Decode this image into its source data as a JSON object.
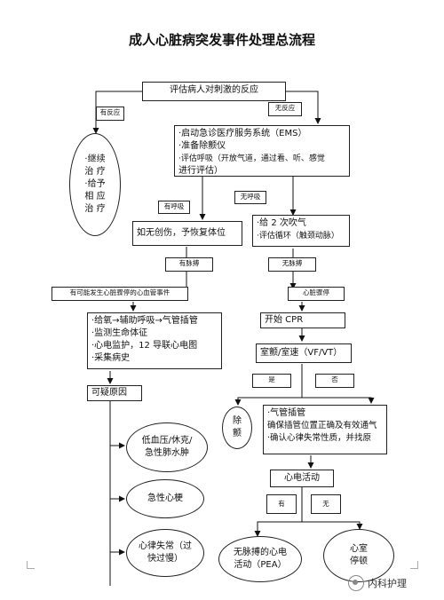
{
  "title": "成人心脏病突发事件处理总流程",
  "nodes": {
    "assess_response": "评估病人对刺激的反应",
    "has_response": "有反应",
    "no_response": "无反应",
    "continue_treatment": [
      "·继续",
      "治 疗",
      "·给予",
      "相 应",
      "治 疗"
    ],
    "ems_box": [
      "·启动急诊医疗服务系统（EMS）",
      "·准备除颤仪",
      "·评估呼吸（开放气道，通过看、听、感觉",
      "进行评估）"
    ],
    "has_breathing": "有呼吸",
    "no_breathing": "无呼吸",
    "recovery": "如无创伤，予恢复体位",
    "two_breaths": [
      "·给 2 次吹气",
      "·评估循环（触颈动脉）"
    ],
    "has_pulse": "有脉搏",
    "no_pulse": "无脉搏",
    "possible_event": "有可能发生心脏骤停的心血管事件",
    "cardiac_arrest": "心脏骤停",
    "oxygen_box": [
      "·给氧→辅助呼吸→气管插管",
      "·监测生命体征",
      "·心电监护，12 导联心电图",
      "·采集病史"
    ],
    "start_cpr": "开始 CPR",
    "vf_vt": "室颤/室速（VF/VT）",
    "yes": "是",
    "no": "否",
    "possible_cause": "可疑原因",
    "defib": [
      "除",
      "颤"
    ],
    "intubation": [
      "·气管插管",
      "确保插管位置正确及有效通气",
      "·确认心律失常性质，并找原"
    ],
    "hypotension": [
      "低血压/休克/",
      "急性肺水肿"
    ],
    "acute_mi": "急性心梗",
    "arrhythmia": [
      "心律失常（过",
      "快过慢）"
    ],
    "electrical_activity": "心电活动",
    "present": "有",
    "absent": "无",
    "pea": [
      "无脉搏的心电",
      "活动（PEA）"
    ],
    "asystole": [
      "心室",
      "停顿"
    ]
  },
  "watermark": "内科护理"
}
